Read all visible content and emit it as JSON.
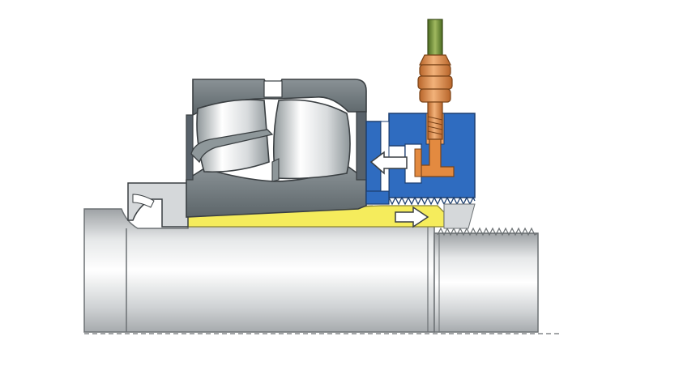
{
  "diagram": {
    "parts": {
      "shaft": "shaft",
      "adapter_sleeve": "tapered-sleeve",
      "bearing": "spherical-roller-bearing",
      "hydraulic_nut": "hydraulic-nut",
      "oil_connection": "oil-feed-fitting",
      "thread": "shaft-thread"
    },
    "arrows": {
      "piston_direction": "left",
      "sleeve_direction": "right"
    },
    "colors": {
      "shaft": "#c8cacc",
      "bearing": "#6a7377",
      "roller": "#d2d5d7",
      "sleeve": "#f5ec5c",
      "nut": "#2f6cc0",
      "fitting": "#d9843c",
      "pipe": "#5a7a2a",
      "outline": "#3a3f42"
    }
  }
}
